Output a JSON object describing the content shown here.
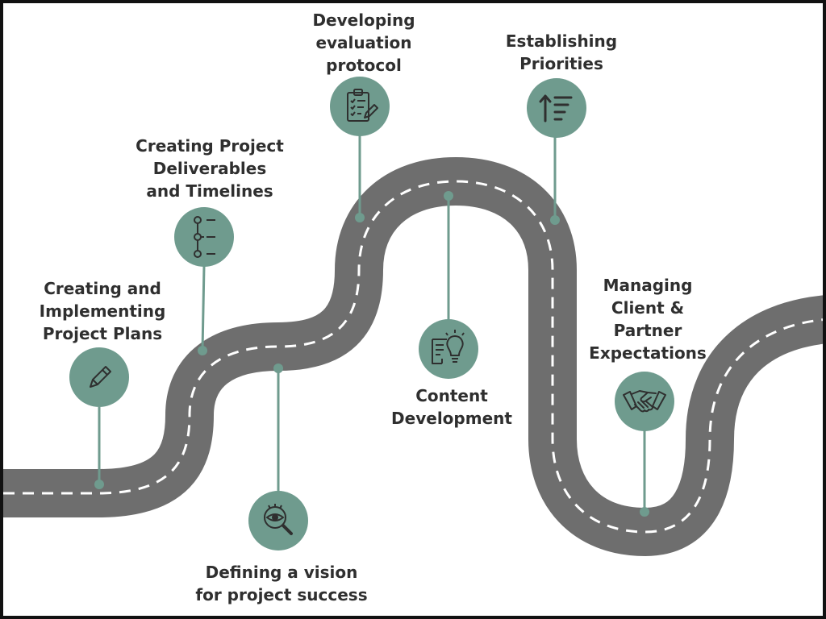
{
  "colors": {
    "road": "#6e6e6e",
    "lane_marking": "#ffffff",
    "milestone": "#6f9b8e",
    "icon_stroke": "#2f2f2f",
    "text": "#2f2f2f",
    "border": "#111111"
  },
  "milestones": [
    {
      "label_lines": [
        "Creating and",
        "Implementing",
        "Project Plans"
      ],
      "icon": "pencil-icon"
    },
    {
      "label_lines": [
        "Creating Project",
        "Deliverables",
        "and Timelines"
      ],
      "icon": "timeline-list-icon"
    },
    {
      "label_lines": [
        "Defining a vision",
        "for project success"
      ],
      "icon": "eye-magnifier-icon"
    },
    {
      "label_lines": [
        "Developing",
        "evaluation",
        "protocol"
      ],
      "icon": "clipboard-checklist-icon"
    },
    {
      "label_lines": [
        "Content",
        "Development"
      ],
      "icon": "document-lightbulb-icon"
    },
    {
      "label_lines": [
        "Establishing",
        "Priorities"
      ],
      "icon": "priority-sort-icon"
    },
    {
      "label_lines": [
        "Managing",
        "Client &",
        "Partner",
        "Expectations"
      ],
      "icon": "handshake-icon"
    }
  ]
}
